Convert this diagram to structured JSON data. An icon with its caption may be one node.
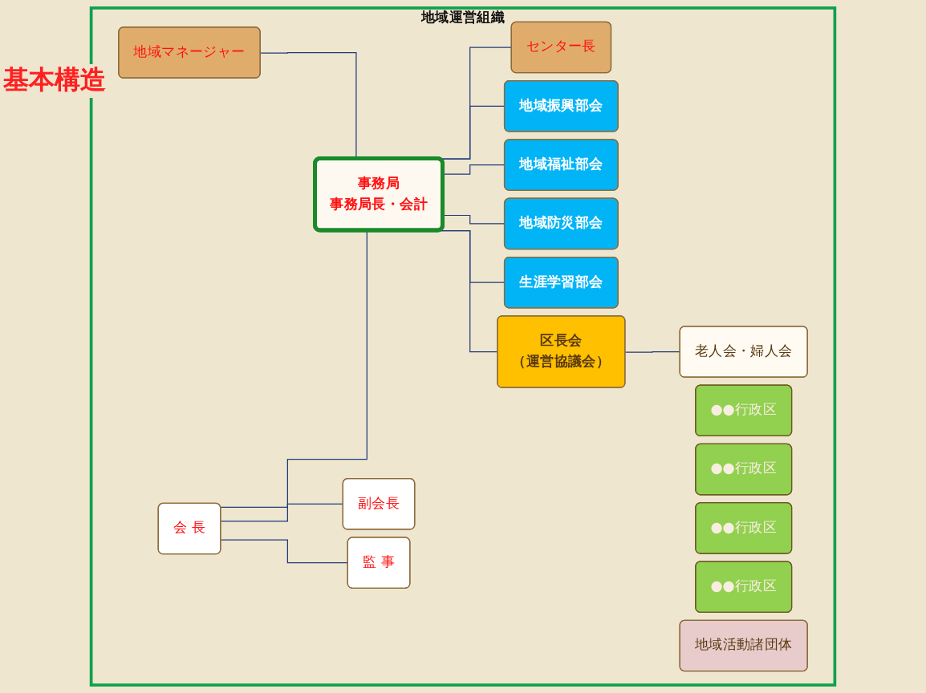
{
  "diagram": {
    "nodes": [
      {
        "text": [
          "地域運営組織"
        ]
      },
      {
        "text": [
          "会 長"
        ],
        "in": 0
      },
      {
        "text": [
          "副会長"
        ],
        "in": 0
      },
      {
        "text": [
          "監 事"
        ],
        "in": 0
      },
      {
        "text": [
          "地域マネージャー"
        ],
        "in": 0
      },
      {
        "text": [
          "事務局",
          "事務局長・会計"
        ],
        "in": 0
      },
      {
        "text": [
          "センター長"
        ],
        "in": 0
      },
      {
        "text": [
          "地域振興部会"
        ],
        "in": 0
      },
      {
        "text": [
          "地域福祉部会"
        ],
        "in": 0
      },
      {
        "text": [
          "地域防災部会"
        ],
        "in": 0
      },
      {
        "text": [
          "生涯学習部会"
        ],
        "in": 0
      },
      {
        "text": [
          "区長会",
          "（運営協議会）"
        ],
        "in": 0
      },
      {
        "text": [
          "老人会・婦人会"
        ],
        "in": 0
      },
      {
        "text": [
          "●●行政区"
        ],
        "in": 0
      },
      {
        "text": [
          "●●行政区"
        ],
        "in": 0
      },
      {
        "text": [
          "●●行政区"
        ],
        "in": 0
      },
      {
        "text": [
          "●●行政区"
        ],
        "in": 0
      },
      {
        "text": [
          "地域活動諸団体"
        ],
        "in": 0
      }
    ],
    "edges": [
      {
        "from": 1,
        "to": 5,
        "arrow": "none"
      },
      {
        "from": 1,
        "to": 2,
        "arrow": "none"
      },
      {
        "from": 1,
        "to": 3,
        "arrow": "none"
      },
      {
        "from": 4,
        "to": 5,
        "arrow": "none"
      },
      {
        "from": 5,
        "to": 6,
        "arrow": "none"
      },
      {
        "from": 5,
        "to": 7,
        "arrow": "none"
      },
      {
        "from": 5,
        "to": 8,
        "arrow": "none"
      },
      {
        "from": 5,
        "to": 9,
        "arrow": "none"
      },
      {
        "from": 5,
        "to": 10,
        "arrow": "none"
      },
      {
        "from": 5,
        "to": 11,
        "arrow": "none"
      },
      {
        "from": 11,
        "to": 12,
        "arrow": "none"
      }
    ],
    "labels": [
      "基本構造"
    ]
  }
}
